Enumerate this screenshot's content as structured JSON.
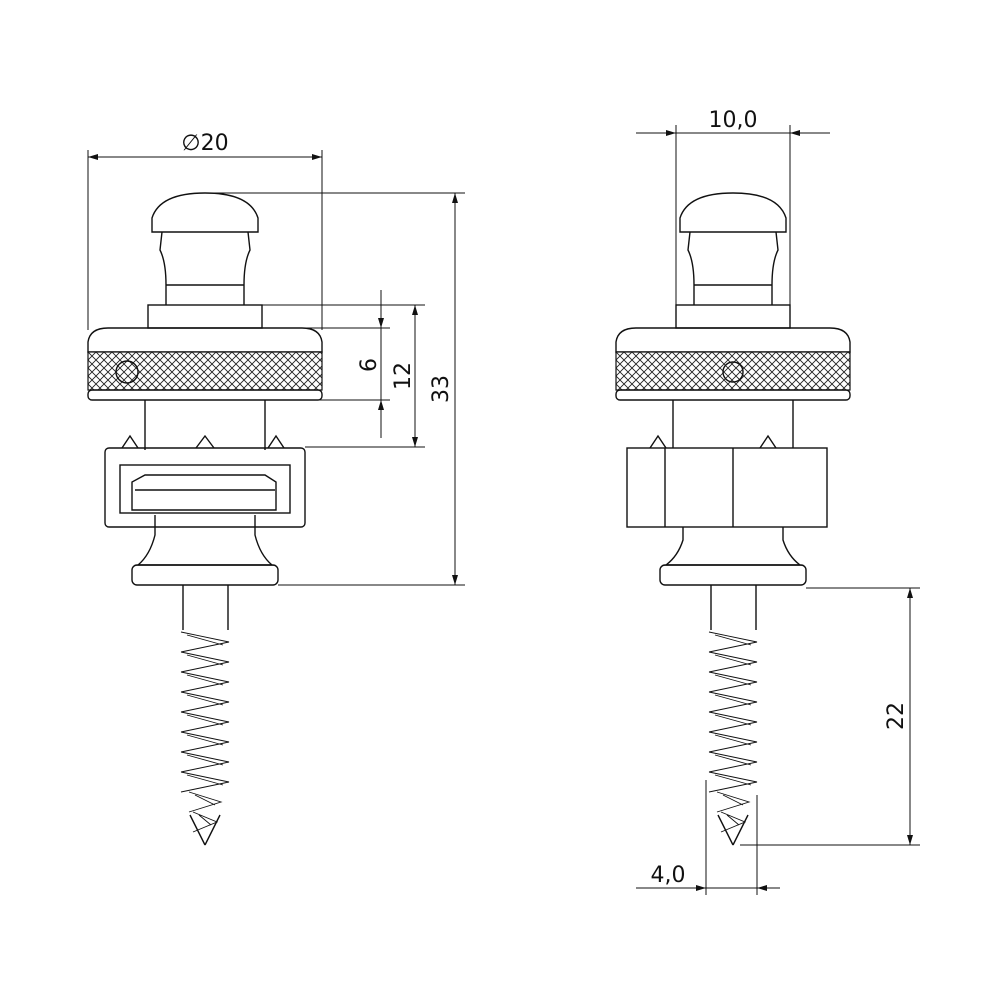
{
  "title": "Strap lock technical drawing",
  "colors": {
    "line": "#111111",
    "background": "#ffffff"
  },
  "units": "mm",
  "front_view": {
    "diameter_label": "∅20",
    "ring_height_label": "6",
    "collar_to_shaft_label": "12",
    "overall_height_label": "33"
  },
  "side_view": {
    "button_width_label": "10,0",
    "screw_length_label": "22",
    "screw_diameter_label": "4,0"
  }
}
